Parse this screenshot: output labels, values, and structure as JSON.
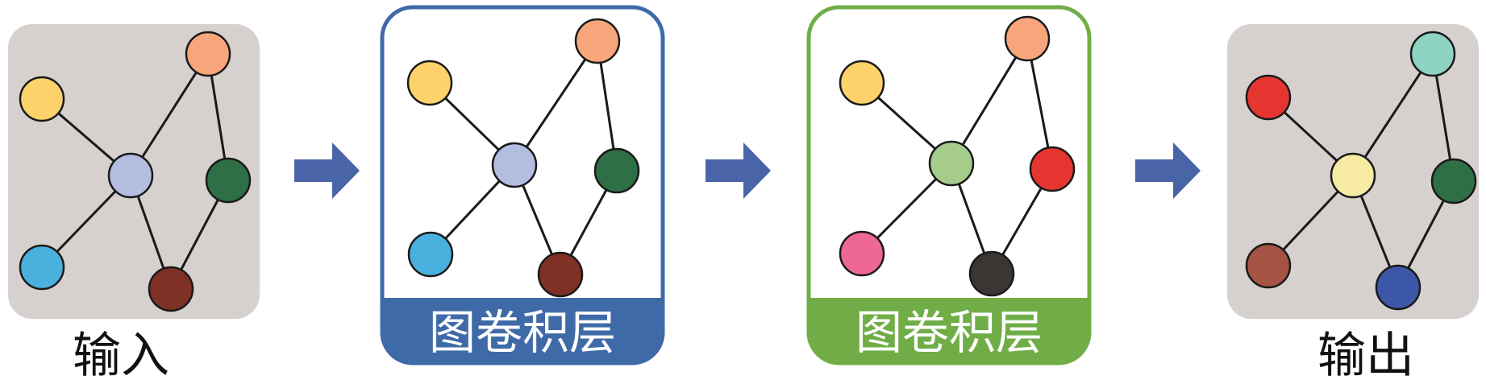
{
  "stages": [
    {
      "label": "输入",
      "nodes": [
        {
          "name": "node-yellow",
          "color": "#fdd26a"
        },
        {
          "name": "node-orange",
          "color": "#f7a57b"
        },
        {
          "name": "node-center",
          "color": "#b2bde0"
        },
        {
          "name": "node-green",
          "color": "#2e6f45"
        },
        {
          "name": "node-blue",
          "color": "#4ab0dd"
        },
        {
          "name": "node-brown",
          "color": "#7e3124"
        }
      ]
    },
    {
      "label": "图卷积层",
      "border_color": "#3f6aa8",
      "nodes": [
        {
          "name": "node-yellow",
          "color": "#fdd26a"
        },
        {
          "name": "node-orange",
          "color": "#f7a57b"
        },
        {
          "name": "node-center",
          "color": "#b2bde0"
        },
        {
          "name": "node-green",
          "color": "#2e6f45"
        },
        {
          "name": "node-blue",
          "color": "#4ab0dd"
        },
        {
          "name": "node-brown",
          "color": "#7e3124"
        }
      ]
    },
    {
      "label": "图卷积层",
      "border_color": "#70ad47",
      "nodes": [
        {
          "name": "node-yellow",
          "color": "#fdd26a"
        },
        {
          "name": "node-orange",
          "color": "#f7a57b"
        },
        {
          "name": "node-center",
          "color": "#a6cc8c"
        },
        {
          "name": "node-red",
          "color": "#e53530"
        },
        {
          "name": "node-pink",
          "color": "#ee6895"
        },
        {
          "name": "node-black",
          "color": "#3b3534"
        }
      ]
    },
    {
      "label": "输出",
      "nodes": [
        {
          "name": "node-red",
          "color": "#e53530"
        },
        {
          "name": "node-teal",
          "color": "#8fd3c3"
        },
        {
          "name": "node-center",
          "color": "#f7eaa3"
        },
        {
          "name": "node-green",
          "color": "#2e6f45"
        },
        {
          "name": "node-brown",
          "color": "#a55344"
        },
        {
          "name": "node-navy",
          "color": "#3d57a8"
        }
      ]
    }
  ],
  "edges": [
    [
      0,
      2
    ],
    [
      1,
      2
    ],
    [
      1,
      3
    ],
    [
      2,
      4
    ],
    [
      2,
      5
    ],
    [
      3,
      5
    ]
  ],
  "colors": {
    "panel_fill": "#d6d0ce",
    "arrow": "#4a64a8",
    "edge": "#1a1a1a"
  }
}
